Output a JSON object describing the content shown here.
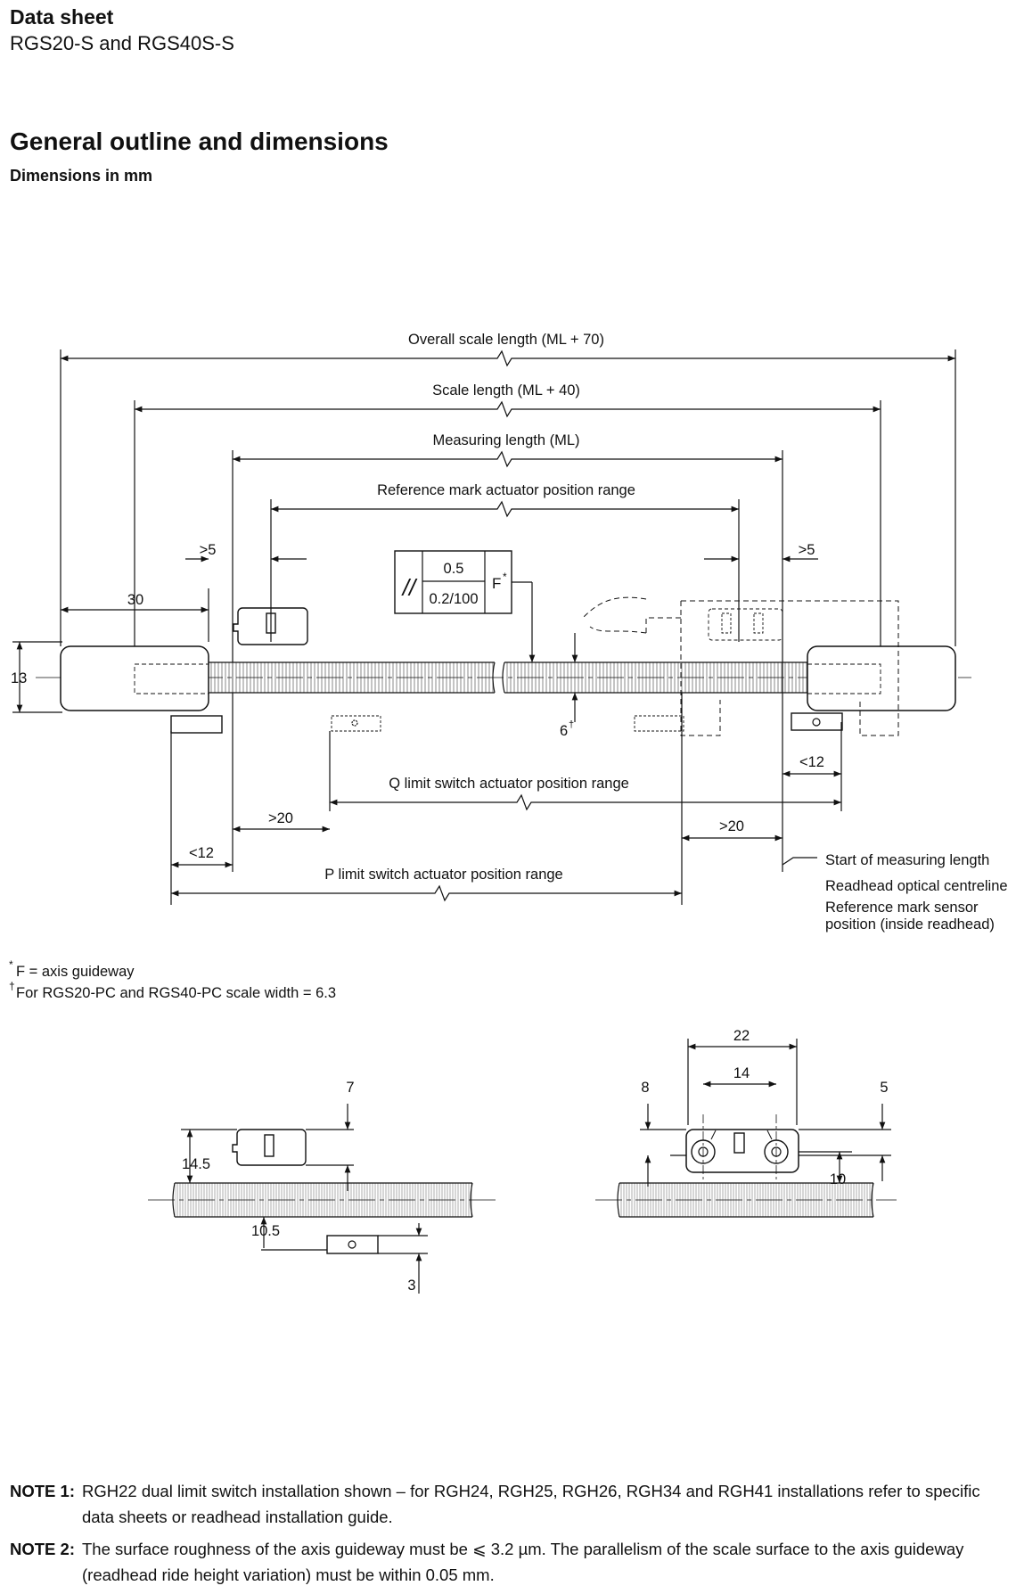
{
  "header": {
    "title": "Data sheet",
    "subtitle": "RGS20-S and RGS40S-S"
  },
  "section": {
    "title": "General outline and dimensions",
    "subtitle": "Dimensions in mm"
  },
  "diagram": {
    "overall": "Overall scale length (ML + 70)",
    "scale_len": "Scale length (ML + 40)",
    "measuring": "Measuring length (ML)",
    "ref_range": "Reference mark actuator position range",
    "gt5_left": ">5",
    "gt5_right": ">5",
    "d30": "30",
    "d13": "13",
    "tol_top": "0.5",
    "tol_bottom": "0.2/100",
    "tol_datum": "F",
    "tol_datum_sup": "*",
    "parallel_symbol": "//",
    "d6": "6",
    "d6_sup": "†",
    "lt12_right": "<12",
    "q_range": "Q limit switch actuator position range",
    "gt20_left": ">20",
    "gt20_right": ">20",
    "lt12_left": "<12",
    "p_range": "P limit switch actuator position range",
    "start_ml": "Start of measuring length",
    "readhead_centre": "Readhead optical centreline",
    "ref_sensor_1": "Reference mark sensor",
    "ref_sensor_2": "position (inside readhead)"
  },
  "footnotes": {
    "f1_sym": "*",
    "f1_text": "F = axis guideway",
    "f2_sym": "†",
    "f2_text": "For RGS20-PC and RGS40-PC scale width = 6.3"
  },
  "views": {
    "side_7": "7",
    "side_14_5": "14.5",
    "side_10_5": "10.5",
    "side_3": "3",
    "end_22": "22",
    "end_14": "14",
    "end_8": "8",
    "end_5": "5",
    "end_10": "10"
  },
  "notes": [
    {
      "label": "NOTE 1:",
      "text": "RGH22 dual limit switch installation shown – for RGH24, RGH25, RGH26, RGH34 and RGH41 installations refer to specific data sheets or readhead installation guide."
    },
    {
      "label": "NOTE 2:",
      "text": "The surface roughness of the axis guideway must be ⩽ 3.2 µm. The parallelism of the scale surface to the axis guideway (readhead ride height variation) must be within 0.05 mm."
    }
  ]
}
